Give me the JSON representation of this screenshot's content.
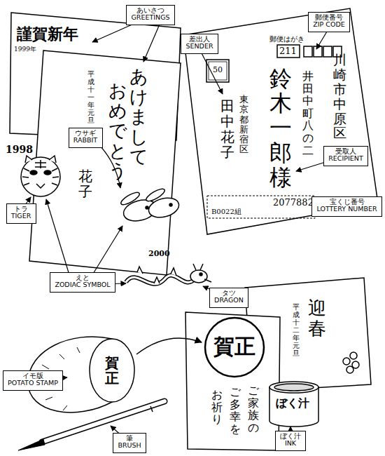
{
  "diagram": {
    "nodes": [
      {
        "text": [
          "あいさつ",
          "GREETINGS"
        ]
      },
      {
        "text": [
          "郵便番号",
          "ZIP CODE"
        ]
      },
      {
        "text": [
          "差出人",
          "SENDER"
        ]
      },
      {
        "text": [
          "ウサギ",
          "RABBIT"
        ]
      },
      {
        "text": [
          "受取人",
          "RECIPIENT"
        ]
      },
      {
        "text": [
          "トラ",
          "TIGER"
        ]
      },
      {
        "text": [
          "宝くじ番号",
          "LOTTERY NUMBER"
        ]
      },
      {
        "text": [
          "えと",
          "ZODIAC SYMBOL"
        ]
      },
      {
        "text": [
          "タツ",
          "DRAGON"
        ]
      },
      {
        "text": [
          "イモ版",
          "POTATO STAMP"
        ]
      },
      {
        "text": [
          "筆",
          "BRUSH"
        ]
      },
      {
        "text": [
          "ぼく汁",
          "INK"
        ]
      }
    ],
    "labels": [
      "謹賀新年",
      "1999年",
      "あけまして",
      "おめでとう",
      "平成十一年元旦",
      "花子",
      "1998",
      "郵便はがき",
      "211",
      "50",
      "川崎市中原区",
      "井田中町八の二",
      "鈴木一郎様",
      "東京都新宿区",
      "田中花子",
      "2077882",
      "B0022組",
      "2000",
      "迎春",
      "平成十二年元旦",
      "賀正",
      "ご家族の",
      "ご多幸を",
      "お祈り",
      "賀正",
      "ぼく汁"
    ]
  }
}
